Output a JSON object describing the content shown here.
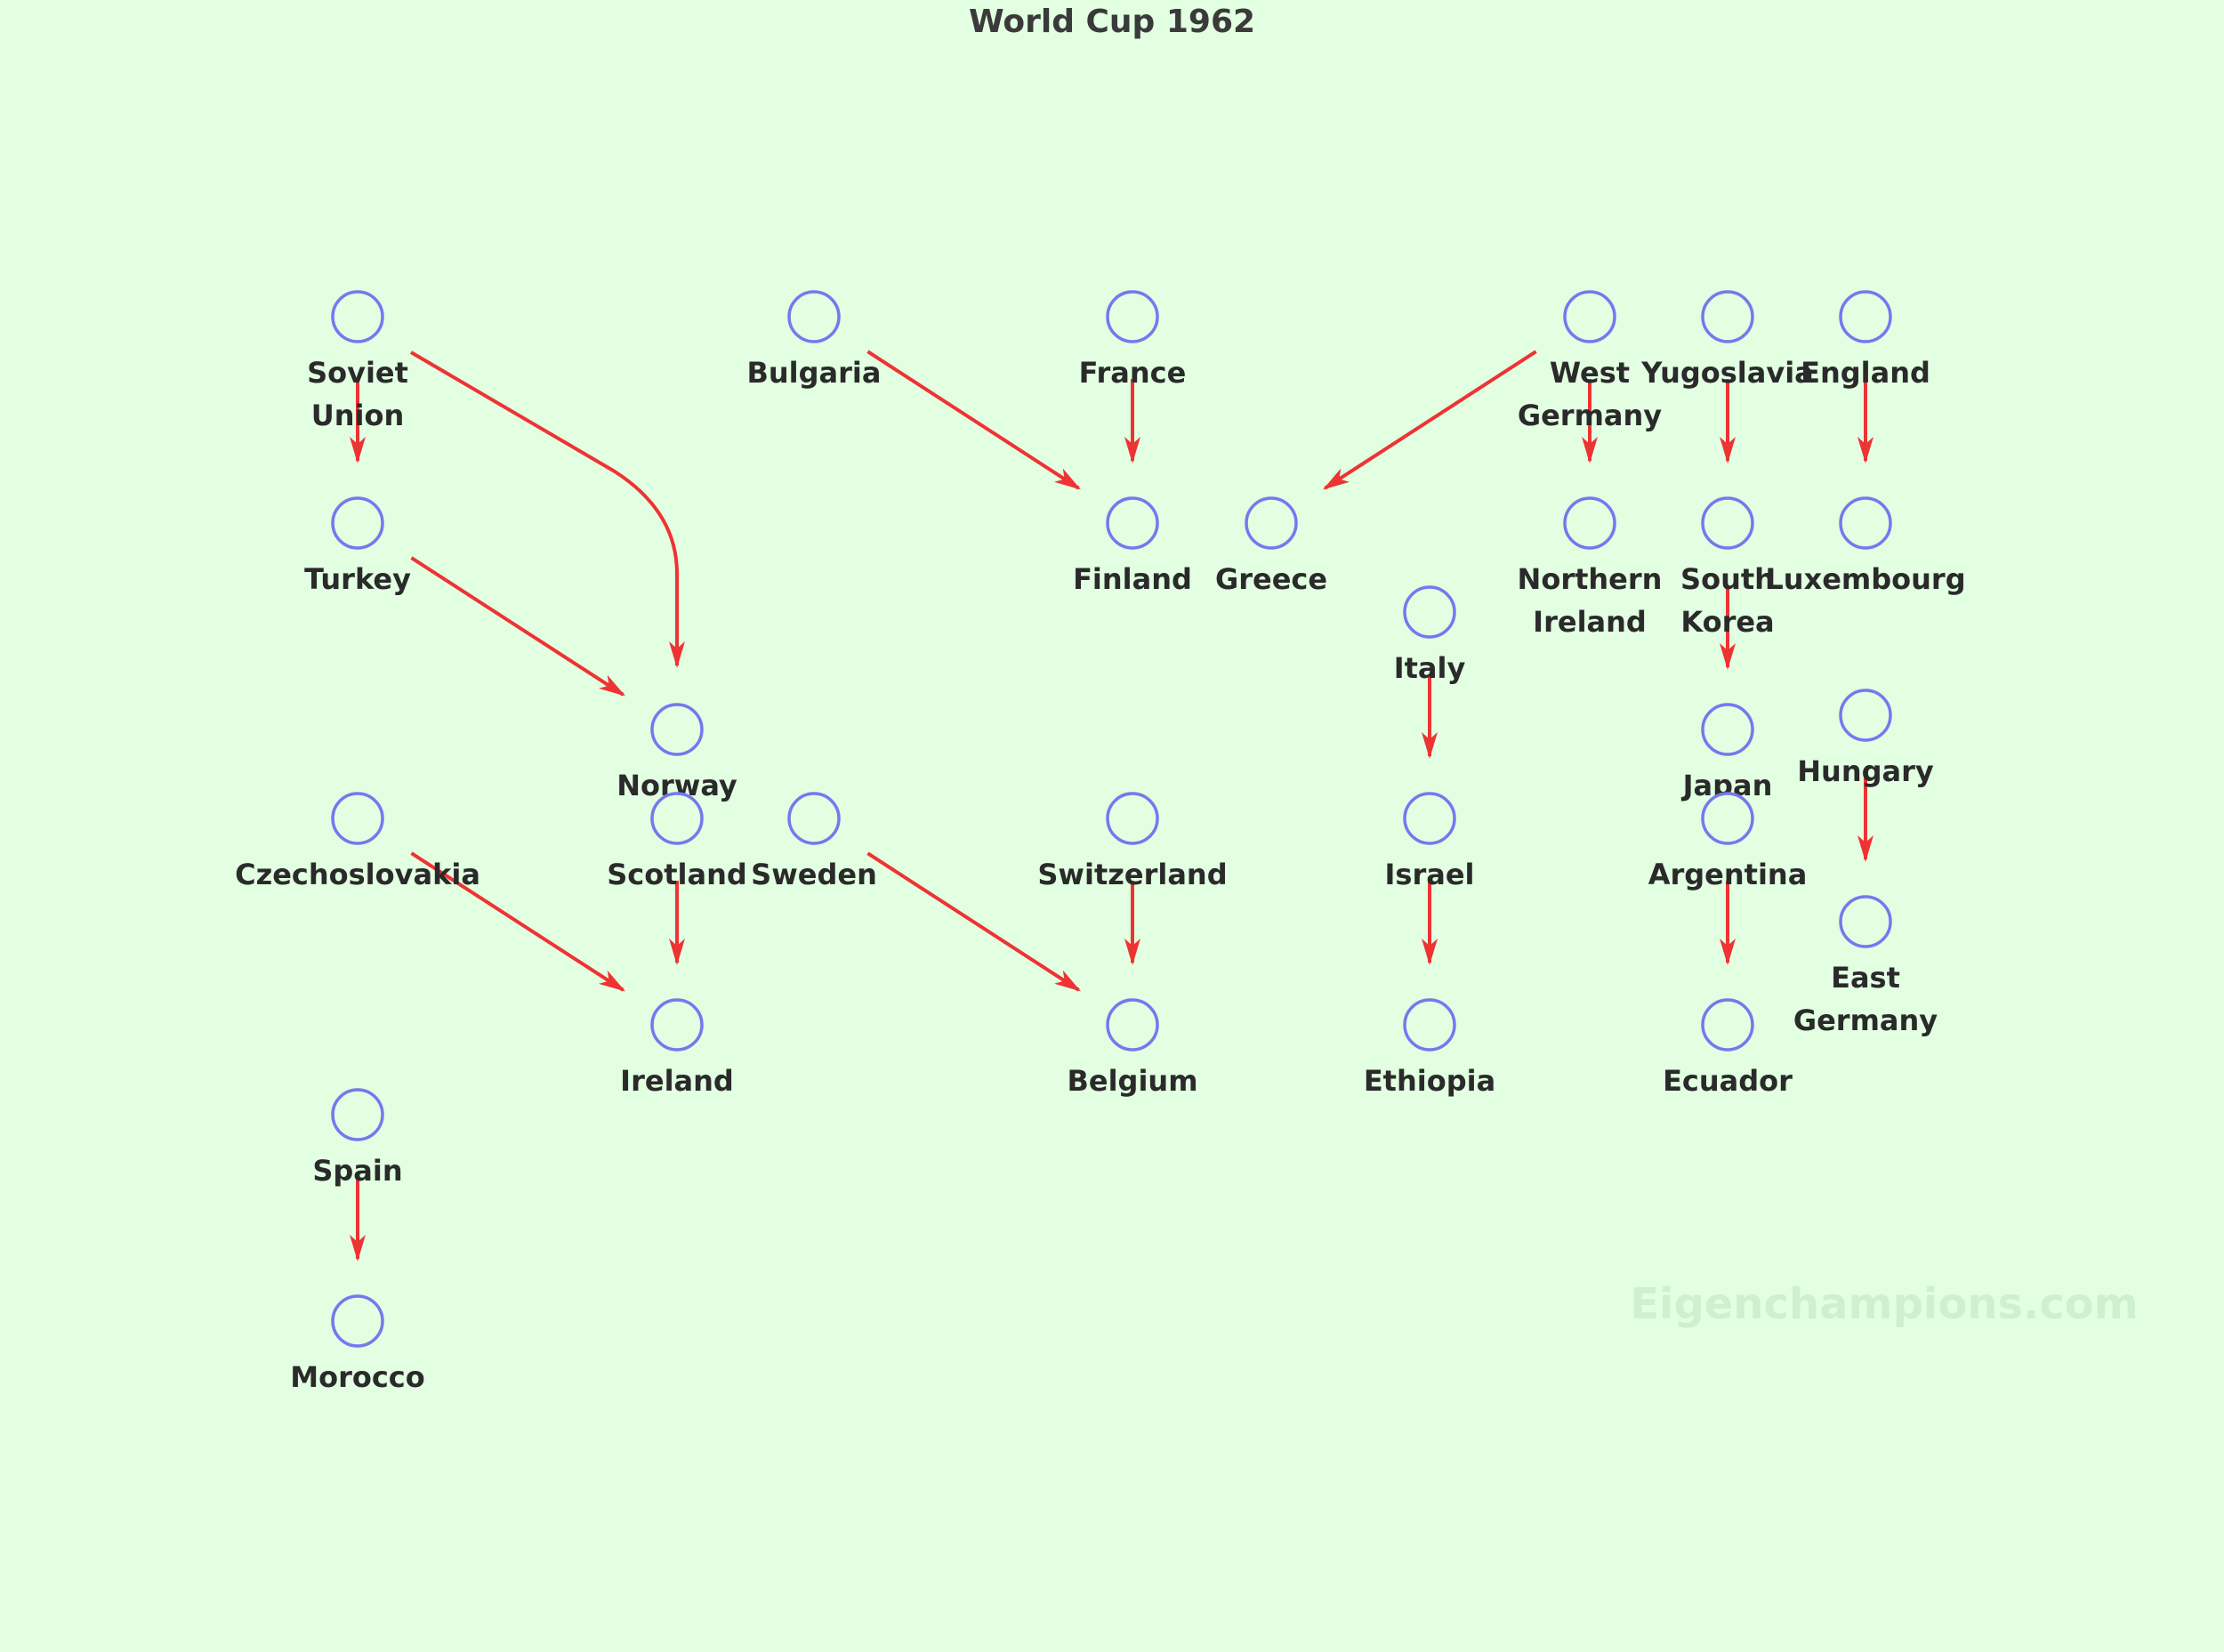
{
  "title": "World Cup 1962",
  "watermark": "Eigenchampions.com",
  "colors": {
    "background": "#e2ffe2",
    "node_stroke": "#7777ee",
    "node_fill": "#e2ffe2",
    "edge": "#ee3333",
    "label": "#2a2a2a",
    "title": "#3a3a3a",
    "watermark": "#cff0cf"
  },
  "nodes": [
    {
      "id": "soviet-union",
      "lines": [
        "Soviet",
        "Union"
      ]
    },
    {
      "id": "turkey",
      "lines": [
        "Turkey"
      ]
    },
    {
      "id": "norway",
      "lines": [
        "Norway"
      ]
    },
    {
      "id": "czechoslovakia",
      "lines": [
        "Czechoslovakia"
      ]
    },
    {
      "id": "scotland",
      "lines": [
        "Scotland"
      ]
    },
    {
      "id": "ireland",
      "lines": [
        "Ireland"
      ]
    },
    {
      "id": "spain",
      "lines": [
        "Spain"
      ]
    },
    {
      "id": "morocco",
      "lines": [
        "Morocco"
      ]
    },
    {
      "id": "bulgaria",
      "lines": [
        "Bulgaria"
      ]
    },
    {
      "id": "france",
      "lines": [
        "France"
      ]
    },
    {
      "id": "finland",
      "lines": [
        "Finland"
      ]
    },
    {
      "id": "greece",
      "lines": [
        "Greece"
      ]
    },
    {
      "id": "sweden",
      "lines": [
        "Sweden"
      ]
    },
    {
      "id": "switzerland",
      "lines": [
        "Switzerland"
      ]
    },
    {
      "id": "belgium",
      "lines": [
        "Belgium"
      ]
    },
    {
      "id": "italy",
      "lines": [
        "Italy"
      ]
    },
    {
      "id": "israel",
      "lines": [
        "Israel"
      ]
    },
    {
      "id": "ethiopia",
      "lines": [
        "Ethiopia"
      ]
    },
    {
      "id": "west-germany",
      "lines": [
        "West",
        "Germany"
      ]
    },
    {
      "id": "northern-ireland",
      "lines": [
        "Northern",
        "Ireland"
      ]
    },
    {
      "id": "yugoslavia",
      "lines": [
        "Yugoslavia"
      ]
    },
    {
      "id": "south-korea",
      "lines": [
        "South",
        "Korea"
      ]
    },
    {
      "id": "japan",
      "lines": [
        "Japan"
      ]
    },
    {
      "id": "argentina",
      "lines": [
        "Argentina"
      ]
    },
    {
      "id": "ecuador",
      "lines": [
        "Ecuador"
      ]
    },
    {
      "id": "england",
      "lines": [
        "England"
      ]
    },
    {
      "id": "luxembourg",
      "lines": [
        "Luxembourg"
      ]
    },
    {
      "id": "hungary",
      "lines": [
        "Hungary"
      ]
    },
    {
      "id": "east-germany",
      "lines": [
        "East",
        "Germany"
      ]
    }
  ],
  "edges": [
    {
      "from": "soviet-union",
      "to": "turkey"
    },
    {
      "from": "soviet-union",
      "to": "norway"
    },
    {
      "from": "turkey",
      "to": "norway"
    },
    {
      "from": "czechoslovakia",
      "to": "ireland"
    },
    {
      "from": "scotland",
      "to": "ireland"
    },
    {
      "from": "spain",
      "to": "morocco"
    },
    {
      "from": "bulgaria",
      "to": "finland"
    },
    {
      "from": "france",
      "to": "finland"
    },
    {
      "from": "west-germany",
      "to": "greece"
    },
    {
      "from": "west-germany",
      "to": "northern-ireland"
    },
    {
      "from": "sweden",
      "to": "belgium"
    },
    {
      "from": "switzerland",
      "to": "belgium"
    },
    {
      "from": "italy",
      "to": "israel"
    },
    {
      "from": "israel",
      "to": "ethiopia"
    },
    {
      "from": "yugoslavia",
      "to": "south-korea"
    },
    {
      "from": "south-korea",
      "to": "japan"
    },
    {
      "from": "argentina",
      "to": "ecuador"
    },
    {
      "from": "england",
      "to": "luxembourg"
    },
    {
      "from": "hungary",
      "to": "east-germany"
    }
  ]
}
